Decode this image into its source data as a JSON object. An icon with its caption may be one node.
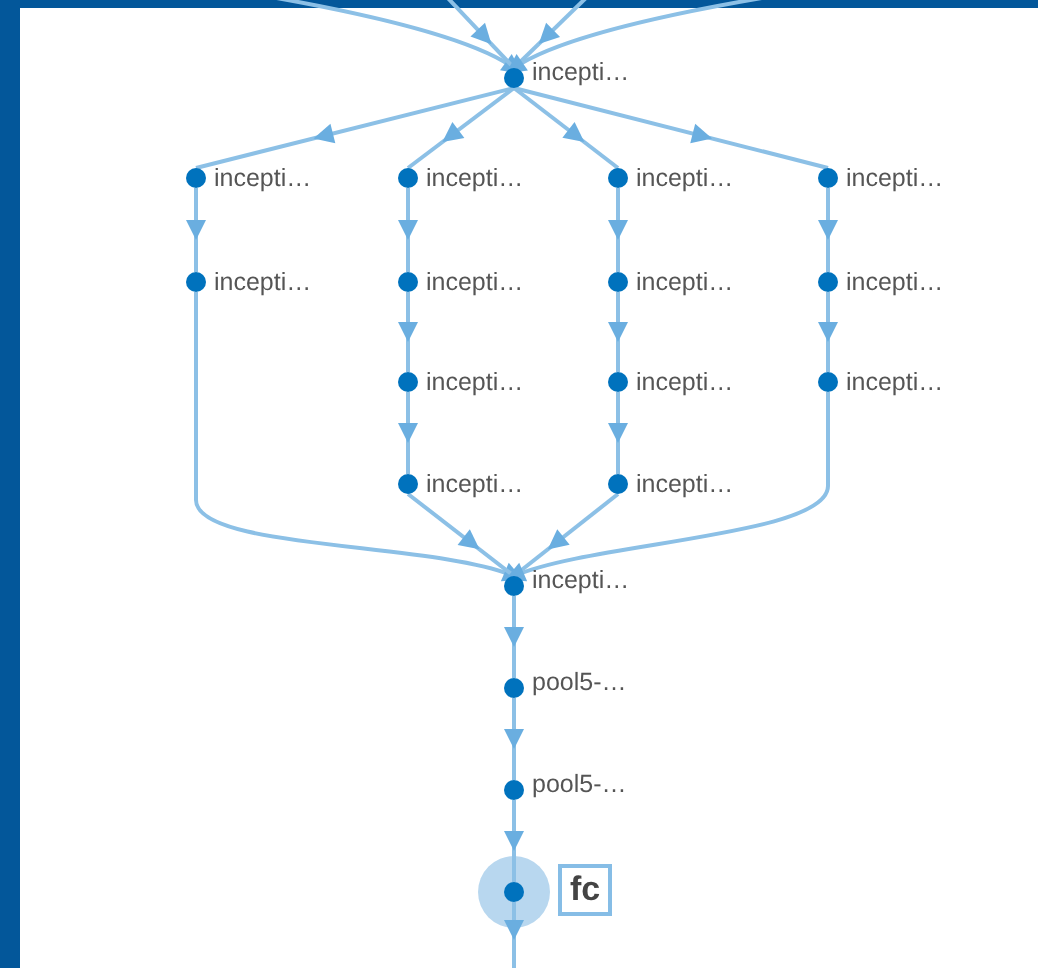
{
  "diagram": {
    "nodes": [
      {
        "text": [],
        "shape": "circle",
        "beside": [
          "incepti…"
        ]
      },
      {
        "text": [],
        "shape": "circle",
        "beside": [
          "incepti…"
        ]
      },
      {
        "text": [],
        "shape": "circle",
        "beside": [
          "incepti…"
        ]
      },
      {
        "text": [],
        "shape": "circle",
        "beside": [
          "incepti…"
        ]
      },
      {
        "text": [],
        "shape": "circle",
        "beside": [
          "incepti…"
        ]
      },
      {
        "text": [],
        "shape": "circle",
        "beside": [
          "incepti…"
        ]
      },
      {
        "text": [],
        "shape": "circle",
        "beside": [
          "incepti…"
        ]
      },
      {
        "text": [],
        "shape": "circle",
        "beside": [
          "incepti…"
        ]
      },
      {
        "text": [],
        "shape": "circle",
        "beside": [
          "incepti…"
        ]
      },
      {
        "text": [],
        "shape": "circle",
        "beside": [
          "incepti…"
        ]
      },
      {
        "text": [],
        "shape": "circle",
        "beside": [
          "incepti…"
        ]
      },
      {
        "text": [],
        "shape": "circle",
        "beside": [
          "incepti…"
        ]
      },
      {
        "text": [],
        "shape": "circle",
        "beside": [
          "incepti…"
        ]
      },
      {
        "text": [],
        "shape": "circle",
        "beside": [
          "incepti…"
        ]
      },
      {
        "text": [],
        "shape": "circle",
        "beside": [
          "incepti…"
        ]
      },
      {
        "text": [],
        "shape": "circle",
        "beside": [
          "pool5-…"
        ]
      },
      {
        "text": [],
        "shape": "circle",
        "beside": [
          "pool5-…"
        ]
      },
      {
        "text": [],
        "shape": "circle",
        "beside": [
          "fc"
        ]
      }
    ],
    "edges": [
      {
        "from": null,
        "to": 0,
        "arrow": "to"
      },
      {
        "from": null,
        "to": 0,
        "arrow": "to"
      },
      {
        "from": null,
        "to": 0,
        "arrow": "to"
      },
      {
        "from": null,
        "to": 0,
        "arrow": "to"
      },
      {
        "from": 0,
        "to": 1,
        "arrow": "to"
      },
      {
        "from": 0,
        "to": 2,
        "arrow": "to"
      },
      {
        "from": 0,
        "to": 3,
        "arrow": "to"
      },
      {
        "from": 0,
        "to": 4,
        "arrow": "to"
      },
      {
        "from": 1,
        "to": 5,
        "arrow": "to"
      },
      {
        "from": 2,
        "to": 6,
        "arrow": "to"
      },
      {
        "from": 3,
        "to": 7,
        "arrow": "to"
      },
      {
        "from": 4,
        "to": 8,
        "arrow": "to"
      },
      {
        "from": 6,
        "to": 9,
        "arrow": "to"
      },
      {
        "from": 7,
        "to": 10,
        "arrow": "to"
      },
      {
        "from": 8,
        "to": 11,
        "arrow": "to"
      },
      {
        "from": 9,
        "to": 12,
        "arrow": "to"
      },
      {
        "from": 10,
        "to": 13,
        "arrow": "to"
      },
      {
        "from": 5,
        "to": 14,
        "arrow": "to"
      },
      {
        "from": 12,
        "to": 14,
        "arrow": "to"
      },
      {
        "from": 13,
        "to": 14,
        "arrow": "to"
      },
      {
        "from": 11,
        "to": 14,
        "arrow": "to"
      },
      {
        "from": 14,
        "to": 15,
        "arrow": "to"
      },
      {
        "from": 15,
        "to": 16,
        "arrow": "to"
      },
      {
        "from": 16,
        "to": 17,
        "arrow": "to"
      },
      {
        "from": 17,
        "to": null,
        "arrow": "to"
      }
    ]
  }
}
